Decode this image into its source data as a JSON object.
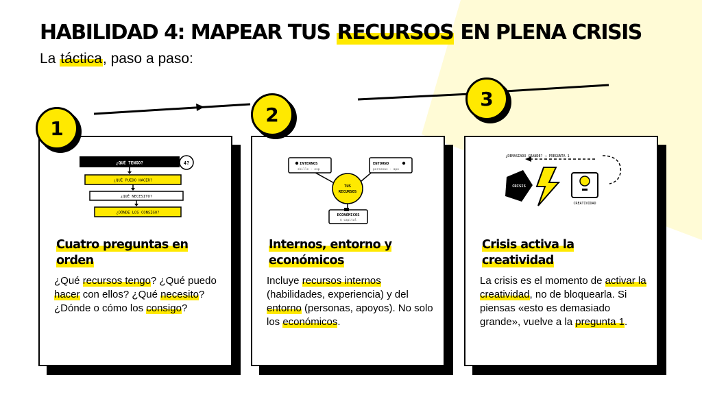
{
  "header": {
    "title_pre": "HABILIDAD 4: MAPEAR TUS ",
    "title_highlight": "RECURSOS",
    "title_post": " EN PLENA CRISIS",
    "subtitle_pre": "La ",
    "subtitle_highlight": "táctica",
    "subtitle_post": ", paso a paso:"
  },
  "colors": {
    "accent": "#ffe900",
    "ink": "#000000",
    "background_shape": "#fffbd6"
  },
  "steps": [
    {
      "number": "1",
      "title_lines": [
        "Cuatro preguntas en",
        "orden"
      ],
      "body": {
        "p1": "¿Qué ",
        "h1": "recursos tengo",
        "p2": "? ¿Qué puedo ",
        "h2": "hacer",
        "p3": " con ellos? ¿Qué ",
        "h3": "necesito",
        "p4": "? ¿Dónde o cómo los ",
        "h4": "consigo",
        "p5": "?"
      },
      "diagram": {
        "q1": "¿QUÉ TENGO?",
        "q2": "¿QUÉ PUEDO HACER?",
        "q3": "¿QUÉ NECESITO?",
        "q4": "¿DÓNDE LOS CONSIGO?",
        "badge": "4?"
      }
    },
    {
      "number": "2",
      "title_lines": [
        "Internos, entorno y",
        "económicos"
      ],
      "body": {
        "p1": "Incluye ",
        "h1": "recursos internos",
        "p2": " (habilidades, experiencia) y del ",
        "h2": "entorno",
        "p3": " (personas, apoyos). No solo los ",
        "h3": "económicos",
        "p4": "."
      },
      "diagram": {
        "center_line1": "TUS",
        "center_line2": "RECURSOS",
        "internos_title": "INTERNOS",
        "internos_sub": "skills · exp",
        "entorno_title": "ENTORNO",
        "entorno_sub": "personas · apo",
        "economicos_title": "ECONÓMICOS",
        "economicos_sub": "$ capital"
      }
    },
    {
      "number": "3",
      "title_lines": [
        "Crisis activa la",
        "creatividad"
      ],
      "body": {
        "p1": "La crisis es el momento de ",
        "h1": "activar la creatividad",
        "p2": ", no de bloquearla. Si piensas «esto es demasiado grande», vuelve a la ",
        "h2": "pregunta 1",
        "p3": "."
      },
      "diagram": {
        "loop_label": "¿DEMASIADO GRANDE? → PREGUNTA 1",
        "crisis_label": "CRISIS",
        "creatividad_label": "CREATIVIDAD"
      }
    }
  ]
}
